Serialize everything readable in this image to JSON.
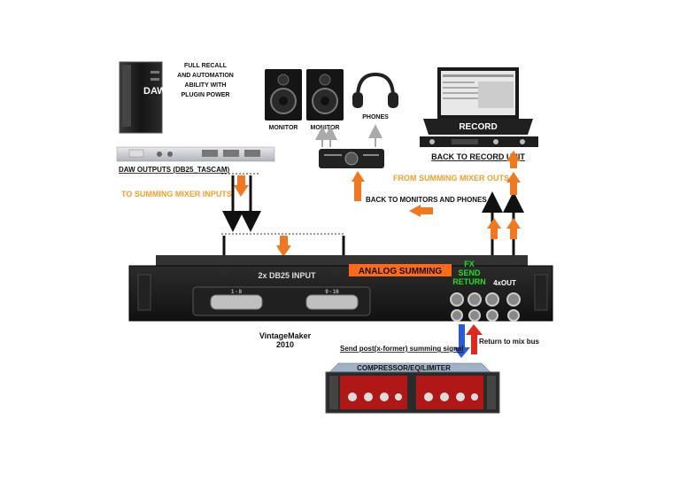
{
  "labels": {
    "daw": "DAW",
    "full_recall_1": "FULL RECALL",
    "full_recall_2": "AND AUTOMATION",
    "full_recall_3": "ABILITY WITH",
    "full_recall_4": "PLUGIN POWER",
    "monitor_left": "MONITOR",
    "monitor_right": "MONITOR",
    "phones": "PHONES",
    "record": "RECORD",
    "daw_outputs": "DAW OUTPUTS (DB25_TASCAM)",
    "back_to_record": "BACK TO RECORD UNIT",
    "to_summing_inputs": "TO SUMMING MIXER INPUTS",
    "from_summing_outs": "FROM SUMMING MIXER OUTS",
    "back_to_monitors": "BACK TO MONITORS AND PHONES",
    "db25_input": "2x DB25 INPUT",
    "analog_summing": "ANALOG SUMMING",
    "fx_send": "FX",
    "fx_send_2": "SEND",
    "fx_return": "RETURN",
    "four_out": "4xOUT",
    "vintagemaker": "VintageMaker",
    "year": "2010",
    "send_post": "Send post(x-former) summing signal",
    "return_mix": "Return to mix bus",
    "compressor": "COMPRESSOR/EQ/LIMITER",
    "db25_a": "1 - 8",
    "db25_b": "9 - 16"
  },
  "colors": {
    "orange_arrow": "#f07820",
    "orange_text": "#f0a030",
    "green_text": "#22dd22",
    "summing_bg": "#ff6a1a",
    "rack_dark": "#1c1c1c",
    "blue_arrow": "#2a5bd7",
    "red_arrow": "#e0281e",
    "comp_red": "#b01818"
  },
  "icons": [
    "daw-tower-icon",
    "monitor-speaker-icon",
    "headphones-icon",
    "laptop-icon",
    "rack-interface-icon",
    "summing-mixer-icon",
    "compressor-unit-icon"
  ]
}
